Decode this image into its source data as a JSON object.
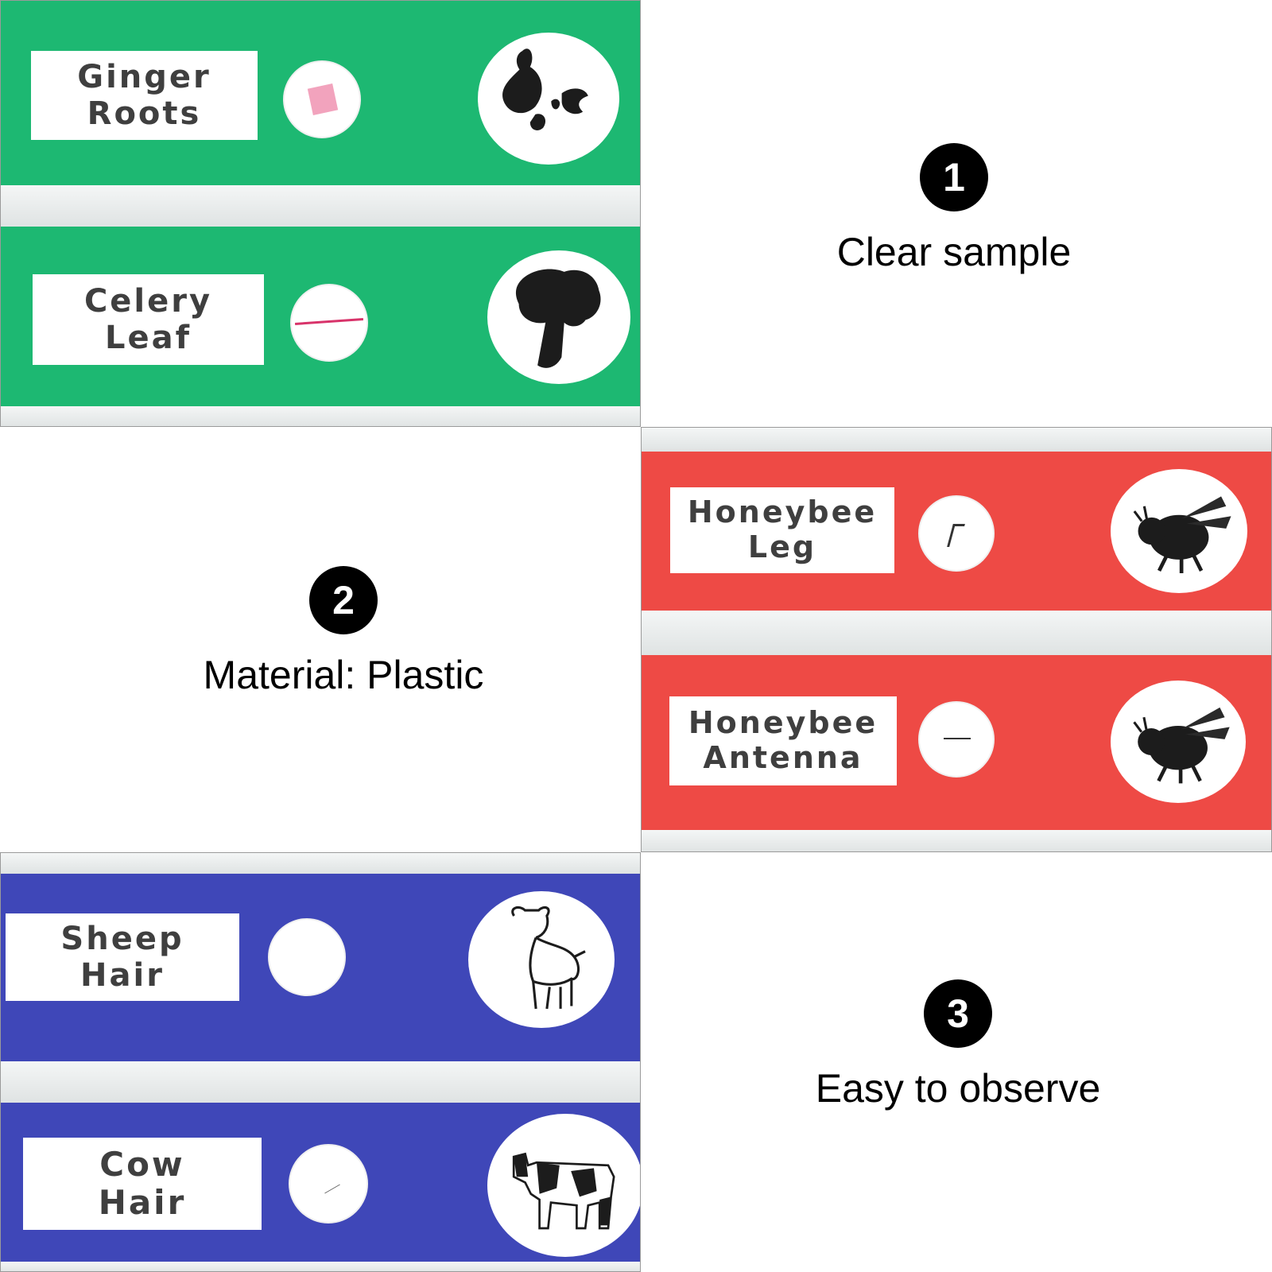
{
  "colors": {
    "green": "#1db872",
    "red": "#ee4a45",
    "blue": "#3f47b8",
    "badge": "#000000"
  },
  "slides": [
    {
      "line1": "Ginger",
      "line2": "Roots",
      "icon": "ginger-root-icon"
    },
    {
      "line1": "Celery",
      "line2": "Leaf",
      "icon": "celery-icon"
    },
    {
      "line1": "Honeybee",
      "line2": "Leg",
      "icon": "bee-icon"
    },
    {
      "line1": "Honeybee",
      "line2": "Antenna",
      "icon": "bee-icon"
    },
    {
      "line1": "Sheep",
      "line2": "Hair",
      "icon": "sheep-icon"
    },
    {
      "line1": "Cow",
      "line2": "Hair",
      "icon": "cow-icon"
    }
  ],
  "features": [
    {
      "number": "1",
      "text": "Clear sample"
    },
    {
      "number": "2",
      "text": "Material: Plastic"
    },
    {
      "number": "3",
      "text": "Easy to observe"
    }
  ]
}
